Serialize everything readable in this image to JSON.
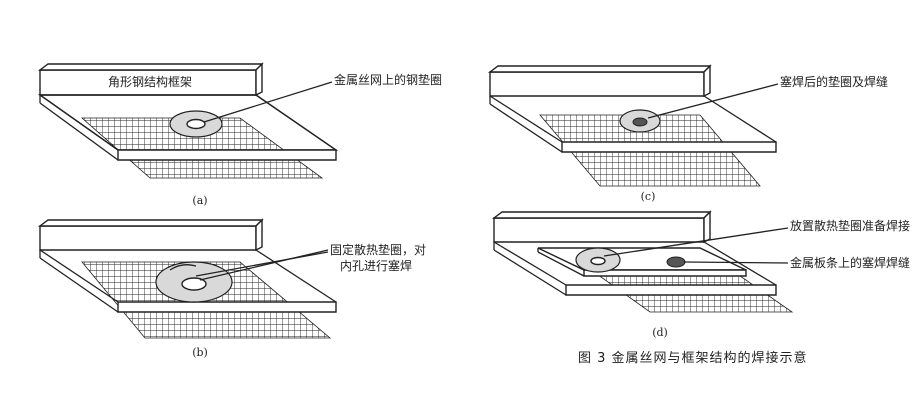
{
  "panels": {
    "a": {
      "caption": "(a)",
      "frame_label": "角形钢结构框架",
      "callout": "金属丝网上的钢垫圈"
    },
    "b": {
      "caption": "(b)",
      "callout_line1": "固定散热垫圈，对",
      "callout_line2": "内孔进行塞焊"
    },
    "c": {
      "caption": "(c)",
      "callout": "塞焊后的垫圈及焊缝"
    },
    "d": {
      "caption": "(d)",
      "callout_top": "放置散热垫圈准备焊接",
      "callout_bottom": "金属板条上的塞焊焊缝"
    }
  },
  "figure_title": "图 3   金属丝网与框架结构的焊接示意"
}
